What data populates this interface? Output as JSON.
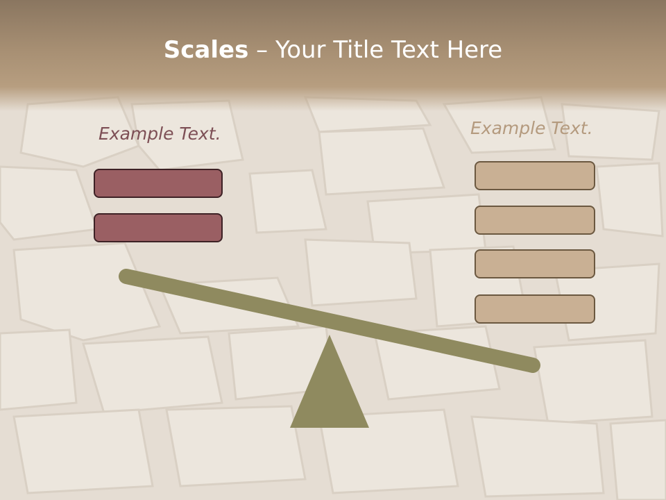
{
  "title": {
    "bold_part": "Scales",
    "rest": " – Your Title Text Here"
  },
  "left_side": {
    "label": "Example Text.",
    "box_color": "#9a5f63",
    "text_color": "#7d4f55",
    "box_count": 2
  },
  "right_side": {
    "label": "Example Text.",
    "box_color": "#c9b094",
    "text_color": "#b49a7e",
    "box_count": 4
  },
  "scale": {
    "beam_color": "#8f8a5f",
    "fulcrum_color": "#8f8a5f",
    "tilt": "left-side-up"
  },
  "colors": {
    "header": "#a08868",
    "background": "#e3dbd1",
    "title_text": "#ffffff"
  }
}
